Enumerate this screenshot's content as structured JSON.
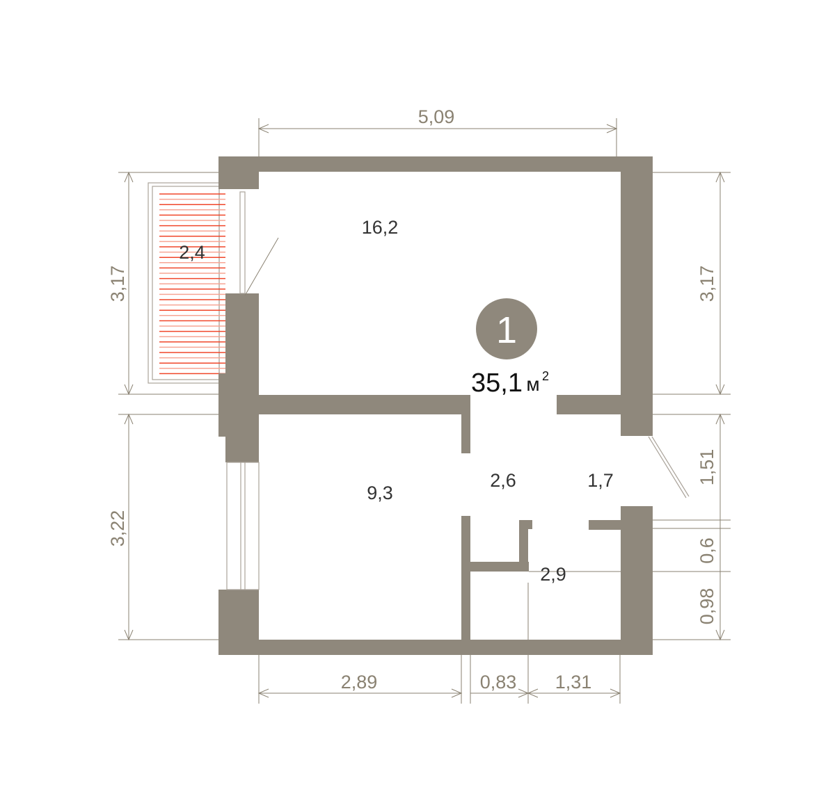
{
  "apartment": {
    "number": "1",
    "total_area": "35,1",
    "area_unit": "м",
    "area_unit_sup": "2"
  },
  "rooms": [
    {
      "id": "living-room",
      "area": "16,2"
    },
    {
      "id": "balcony",
      "area": "2,4"
    },
    {
      "id": "bedroom",
      "area": "9,3"
    },
    {
      "id": "corridor",
      "area": "2,6"
    },
    {
      "id": "hallway",
      "area": "1,7"
    },
    {
      "id": "bathroom",
      "area": "2,9"
    }
  ],
  "dimensions": {
    "top": "5,09",
    "left_upper": "3,17",
    "left_lower": "3,22",
    "right_upper": "3,17",
    "right_1": "1,51",
    "right_2": "0,6",
    "right_3": "0,98",
    "bottom_1": "2,89",
    "bottom_2": "0,83",
    "bottom_3": "1,31"
  },
  "colors": {
    "wall": "#8f887c",
    "dimension": "#8a8272",
    "balcony_hatch": "#f0462a"
  }
}
